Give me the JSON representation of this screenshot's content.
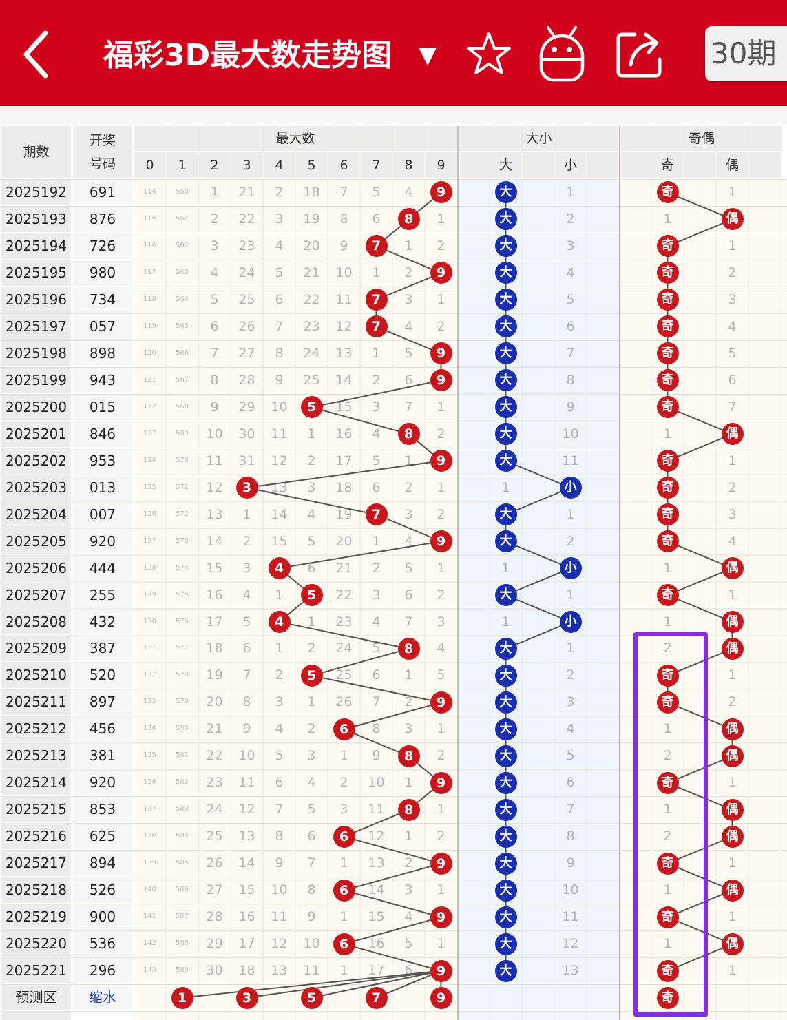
{
  "header": {
    "title": "福彩3D最大数走势图",
    "dropdown_caret": "▼",
    "period_button": "30期",
    "icons": [
      "back-chevron-icon",
      "star-icon",
      "android-robot-icon",
      "share-icon",
      "dropdown-caret-icon"
    ]
  },
  "colors": {
    "topbar": "#d0021b",
    "red_ball": "#c8181e",
    "blue_ball": "#1a2fb0",
    "highlight_box": "#8a2be2"
  },
  "table": {
    "col_issue": "期数",
    "col_draw_line1": "开奖",
    "col_draw_line2": "号码",
    "group_max": "最大数",
    "group_size": "大小",
    "group_parity": "奇偶",
    "digits": [
      "0",
      "1",
      "2",
      "3",
      "4",
      "5",
      "6",
      "7",
      "8",
      "9"
    ],
    "size_labels": [
      "大",
      "小"
    ],
    "parity_labels": [
      "奇",
      "偶"
    ],
    "rows": [
      {
        "issue": "2025192",
        "draw": "691",
        "max": 9,
        "missing": [
          "114",
          "560",
          "1",
          "21",
          "2",
          "18",
          "7",
          "5",
          "4",
          ""
        ],
        "size": "大",
        "size_miss": [
          "",
          "1"
        ],
        "parity": "奇",
        "parity_miss": [
          "",
          "1"
        ]
      },
      {
        "issue": "2025193",
        "draw": "876",
        "max": 8,
        "missing": [
          "115",
          "561",
          "2",
          "22",
          "3",
          "19",
          "8",
          "6",
          "",
          "1"
        ],
        "size": "大",
        "size_miss": [
          "",
          "2"
        ],
        "parity": "偶",
        "parity_miss": [
          "1",
          ""
        ]
      },
      {
        "issue": "2025194",
        "draw": "726",
        "max": 7,
        "missing": [
          "116",
          "562",
          "3",
          "23",
          "4",
          "20",
          "9",
          "",
          "1",
          "2"
        ],
        "size": "大",
        "size_miss": [
          "",
          "3"
        ],
        "parity": "奇",
        "parity_miss": [
          "",
          "1"
        ]
      },
      {
        "issue": "2025195",
        "draw": "980",
        "max": 9,
        "missing": [
          "117",
          "563",
          "4",
          "24",
          "5",
          "21",
          "10",
          "1",
          "2",
          ""
        ],
        "size": "大",
        "size_miss": [
          "",
          "4"
        ],
        "parity": "奇",
        "parity_miss": [
          "",
          "2"
        ]
      },
      {
        "issue": "2025196",
        "draw": "734",
        "max": 7,
        "missing": [
          "118",
          "564",
          "5",
          "25",
          "6",
          "22",
          "11",
          "",
          "3",
          "1"
        ],
        "size": "大",
        "size_miss": [
          "",
          "5"
        ],
        "parity": "奇",
        "parity_miss": [
          "",
          "3"
        ]
      },
      {
        "issue": "2025197",
        "draw": "057",
        "max": 7,
        "missing": [
          "119",
          "565",
          "6",
          "26",
          "7",
          "23",
          "12",
          "",
          "4",
          "2"
        ],
        "size": "大",
        "size_miss": [
          "",
          "6"
        ],
        "parity": "奇",
        "parity_miss": [
          "",
          "4"
        ]
      },
      {
        "issue": "2025198",
        "draw": "898",
        "max": 9,
        "missing": [
          "120",
          "566",
          "7",
          "27",
          "8",
          "24",
          "13",
          "1",
          "5",
          ""
        ],
        "size": "大",
        "size_miss": [
          "",
          "7"
        ],
        "parity": "奇",
        "parity_miss": [
          "",
          "5"
        ]
      },
      {
        "issue": "2025199",
        "draw": "943",
        "max": 9,
        "missing": [
          "121",
          "567",
          "8",
          "28",
          "9",
          "25",
          "14",
          "2",
          "6",
          ""
        ],
        "size": "大",
        "size_miss": [
          "",
          "8"
        ],
        "parity": "奇",
        "parity_miss": [
          "",
          "6"
        ]
      },
      {
        "issue": "2025200",
        "draw": "015",
        "max": 5,
        "missing": [
          "122",
          "568",
          "9",
          "29",
          "10",
          "",
          "15",
          "3",
          "7",
          "1"
        ],
        "size": "大",
        "size_miss": [
          "",
          "9"
        ],
        "parity": "奇",
        "parity_miss": [
          "",
          "7"
        ]
      },
      {
        "issue": "2025201",
        "draw": "846",
        "max": 8,
        "missing": [
          "123",
          "569",
          "10",
          "30",
          "11",
          "1",
          "16",
          "4",
          "",
          "2"
        ],
        "size": "大",
        "size_miss": [
          "",
          "10"
        ],
        "parity": "偶",
        "parity_miss": [
          "1",
          ""
        ]
      },
      {
        "issue": "2025202",
        "draw": "953",
        "max": 9,
        "missing": [
          "124",
          "570",
          "11",
          "31",
          "12",
          "2",
          "17",
          "5",
          "1",
          ""
        ],
        "size": "大",
        "size_miss": [
          "",
          "11"
        ],
        "parity": "奇",
        "parity_miss": [
          "",
          "1"
        ]
      },
      {
        "issue": "2025203",
        "draw": "013",
        "max": 3,
        "missing": [
          "125",
          "571",
          "12",
          "",
          "13",
          "3",
          "18",
          "6",
          "2",
          "1"
        ],
        "size": "小",
        "size_miss": [
          "1",
          ""
        ],
        "parity": "奇",
        "parity_miss": [
          "",
          "2"
        ]
      },
      {
        "issue": "2025204",
        "draw": "007",
        "max": 7,
        "missing": [
          "126",
          "572",
          "13",
          "1",
          "14",
          "4",
          "19",
          "",
          "3",
          "2"
        ],
        "size": "大",
        "size_miss": [
          "",
          "1"
        ],
        "parity": "奇",
        "parity_miss": [
          "",
          "3"
        ]
      },
      {
        "issue": "2025205",
        "draw": "920",
        "max": 9,
        "missing": [
          "127",
          "573",
          "14",
          "2",
          "15",
          "5",
          "20",
          "1",
          "4",
          ""
        ],
        "size": "大",
        "size_miss": [
          "",
          "2"
        ],
        "parity": "奇",
        "parity_miss": [
          "",
          "4"
        ]
      },
      {
        "issue": "2025206",
        "draw": "444",
        "max": 4,
        "missing": [
          "128",
          "574",
          "15",
          "3",
          "",
          "6",
          "21",
          "2",
          "5",
          "1"
        ],
        "size": "小",
        "size_miss": [
          "1",
          ""
        ],
        "parity": "偶",
        "parity_miss": [
          "1",
          ""
        ]
      },
      {
        "issue": "2025207",
        "draw": "255",
        "max": 5,
        "missing": [
          "129",
          "575",
          "16",
          "4",
          "1",
          "",
          "22",
          "3",
          "6",
          "2"
        ],
        "size": "大",
        "size_miss": [
          "",
          "1"
        ],
        "parity": "奇",
        "parity_miss": [
          "",
          "1"
        ]
      },
      {
        "issue": "2025208",
        "draw": "432",
        "max": 4,
        "missing": [
          "130",
          "576",
          "17",
          "5",
          "",
          "1",
          "23",
          "4",
          "7",
          "3"
        ],
        "size": "小",
        "size_miss": [
          "1",
          ""
        ],
        "parity": "偶",
        "parity_miss": [
          "1",
          ""
        ]
      },
      {
        "issue": "2025209",
        "draw": "387",
        "max": 8,
        "missing": [
          "131",
          "577",
          "18",
          "6",
          "1",
          "2",
          "24",
          "5",
          "",
          "4"
        ],
        "size": "大",
        "size_miss": [
          "",
          "1"
        ],
        "parity": "偶",
        "parity_miss": [
          "2",
          ""
        ]
      },
      {
        "issue": "2025210",
        "draw": "520",
        "max": 5,
        "missing": [
          "132",
          "578",
          "19",
          "7",
          "2",
          "",
          "25",
          "6",
          "1",
          "5"
        ],
        "size": "大",
        "size_miss": [
          "",
          "2"
        ],
        "parity": "奇",
        "parity_miss": [
          "",
          "1"
        ]
      },
      {
        "issue": "2025211",
        "draw": "897",
        "max": 9,
        "missing": [
          "133",
          "579",
          "20",
          "8",
          "3",
          "1",
          "26",
          "7",
          "2",
          ""
        ],
        "size": "大",
        "size_miss": [
          "",
          "3"
        ],
        "parity": "奇",
        "parity_miss": [
          "",
          "2"
        ]
      },
      {
        "issue": "2025212",
        "draw": "456",
        "max": 6,
        "missing": [
          "134",
          "580",
          "21",
          "9",
          "4",
          "2",
          "",
          "8",
          "3",
          "1"
        ],
        "size": "大",
        "size_miss": [
          "",
          "4"
        ],
        "parity": "偶",
        "parity_miss": [
          "1",
          ""
        ]
      },
      {
        "issue": "2025213",
        "draw": "381",
        "max": 8,
        "missing": [
          "135",
          "581",
          "22",
          "10",
          "5",
          "3",
          "1",
          "9",
          "",
          "2"
        ],
        "size": "大",
        "size_miss": [
          "",
          "5"
        ],
        "parity": "偶",
        "parity_miss": [
          "2",
          ""
        ]
      },
      {
        "issue": "2025214",
        "draw": "920",
        "max": 9,
        "missing": [
          "136",
          "582",
          "23",
          "11",
          "6",
          "4",
          "2",
          "10",
          "1",
          ""
        ],
        "size": "大",
        "size_miss": [
          "",
          "6"
        ],
        "parity": "奇",
        "parity_miss": [
          "",
          "1"
        ]
      },
      {
        "issue": "2025215",
        "draw": "853",
        "max": 8,
        "missing": [
          "137",
          "583",
          "24",
          "12",
          "7",
          "5",
          "3",
          "11",
          "",
          "1"
        ],
        "size": "大",
        "size_miss": [
          "",
          "7"
        ],
        "parity": "偶",
        "parity_miss": [
          "1",
          ""
        ]
      },
      {
        "issue": "2025216",
        "draw": "625",
        "max": 6,
        "missing": [
          "138",
          "584",
          "25",
          "13",
          "8",
          "6",
          "",
          "12",
          "1",
          "2"
        ],
        "size": "大",
        "size_miss": [
          "",
          "8"
        ],
        "parity": "偶",
        "parity_miss": [
          "2",
          ""
        ]
      },
      {
        "issue": "2025217",
        "draw": "894",
        "max": 9,
        "missing": [
          "139",
          "585",
          "26",
          "14",
          "9",
          "7",
          "1",
          "13",
          "2",
          ""
        ],
        "size": "大",
        "size_miss": [
          "",
          "9"
        ],
        "parity": "奇",
        "parity_miss": [
          "",
          "1"
        ]
      },
      {
        "issue": "2025218",
        "draw": "526",
        "max": 6,
        "missing": [
          "140",
          "586",
          "27",
          "15",
          "10",
          "8",
          "",
          "14",
          "3",
          "1"
        ],
        "size": "大",
        "size_miss": [
          "",
          "10"
        ],
        "parity": "偶",
        "parity_miss": [
          "1",
          ""
        ]
      },
      {
        "issue": "2025219",
        "draw": "900",
        "max": 9,
        "missing": [
          "141",
          "587",
          "28",
          "16",
          "11",
          "9",
          "1",
          "15",
          "4",
          ""
        ],
        "size": "大",
        "size_miss": [
          "",
          "11"
        ],
        "parity": "奇",
        "parity_miss": [
          "",
          "1"
        ]
      },
      {
        "issue": "2025220",
        "draw": "536",
        "max": 6,
        "missing": [
          "142",
          "588",
          "29",
          "17",
          "12",
          "10",
          "",
          "16",
          "5",
          "1"
        ],
        "size": "大",
        "size_miss": [
          "",
          "12"
        ],
        "parity": "偶",
        "parity_miss": [
          "1",
          ""
        ]
      },
      {
        "issue": "2025221",
        "draw": "296",
        "max": 9,
        "missing": [
          "143",
          "589",
          "30",
          "18",
          "13",
          "11",
          "1",
          "17",
          "6",
          ""
        ],
        "size": "大",
        "size_miss": [
          "",
          "13"
        ],
        "parity": "奇",
        "parity_miss": [
          "",
          "1"
        ]
      }
    ],
    "predict": {
      "label": "预测区",
      "shrink_label": "缩水",
      "balls": [
        "1",
        "3",
        "5",
        "7",
        "9"
      ],
      "parity_ball": "奇"
    }
  }
}
